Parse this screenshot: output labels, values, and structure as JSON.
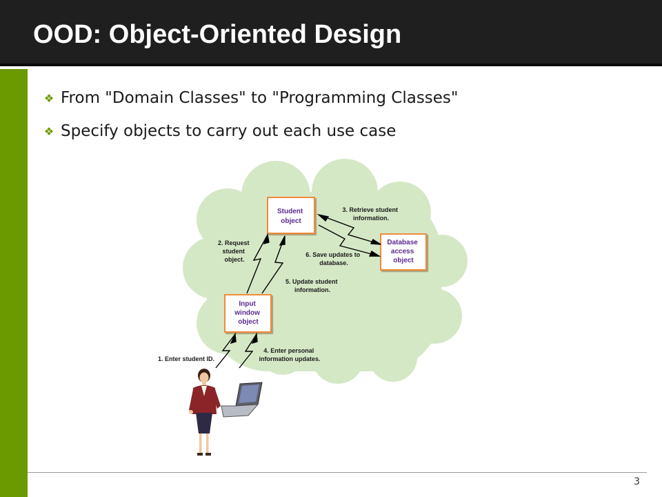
{
  "slide": {
    "title": "OOD: Object-Oriented Design",
    "bullets": [
      "From \"Domain Classes\" to \"Programming Classes\"",
      "Specify objects to carry out each use case"
    ],
    "page_number": "3"
  },
  "diagram": {
    "objects": {
      "student": [
        "Student",
        "object"
      ],
      "database": [
        "Database",
        "access",
        "object"
      ],
      "input_window": [
        "Input",
        "window",
        "object"
      ]
    },
    "messages": {
      "m1": [
        "1. Enter student ID."
      ],
      "m2": [
        "2. Request",
        "student",
        "object."
      ],
      "m3": [
        "3. Retrieve student",
        "information."
      ],
      "m4": [
        "4. Enter personal",
        "information updates."
      ],
      "m5": [
        "5.  Update student",
        "information."
      ],
      "m6": [
        "6. Save updates to",
        "database."
      ]
    }
  },
  "colors": {
    "title_bar": "#1f1f1f",
    "accent_green": "#6a9a00",
    "cloud": "#d5e8c6",
    "object_border": "#f08a3a",
    "object_text": "#5a2a90"
  },
  "icons": {
    "bullet": "diamond-bullet-icon",
    "person": "businesswoman-icon",
    "laptop": "laptop-icon"
  }
}
